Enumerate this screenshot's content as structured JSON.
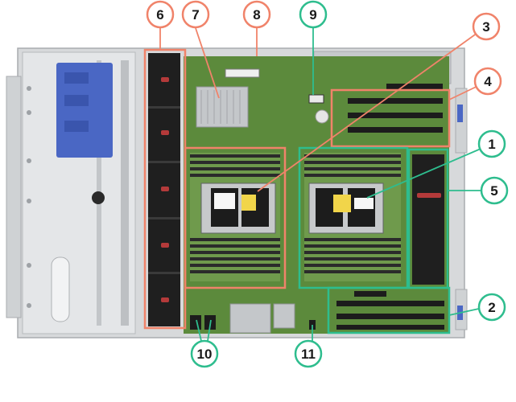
{
  "figure": {
    "description_free": true,
    "colors": {
      "orange": "#f0836a",
      "green": "#2ebd8e",
      "board": "#5c8a3c",
      "chassis": "#d7d9db",
      "fan": "#1f1f1f",
      "handle_blue": "#4a67c4"
    }
  },
  "callouts": [
    {
      "label": "1",
      "color": "green"
    },
    {
      "label": "2",
      "color": "green"
    },
    {
      "label": "3",
      "color": "orange"
    },
    {
      "label": "4",
      "color": "orange"
    },
    {
      "label": "5",
      "color": "green"
    },
    {
      "label": "6",
      "color": "orange"
    },
    {
      "label": "7",
      "color": "orange"
    },
    {
      "label": "8",
      "color": "orange"
    },
    {
      "label": "9",
      "color": "green"
    },
    {
      "label": "10",
      "color": "green"
    },
    {
      "label": "11",
      "color": "green"
    }
  ]
}
